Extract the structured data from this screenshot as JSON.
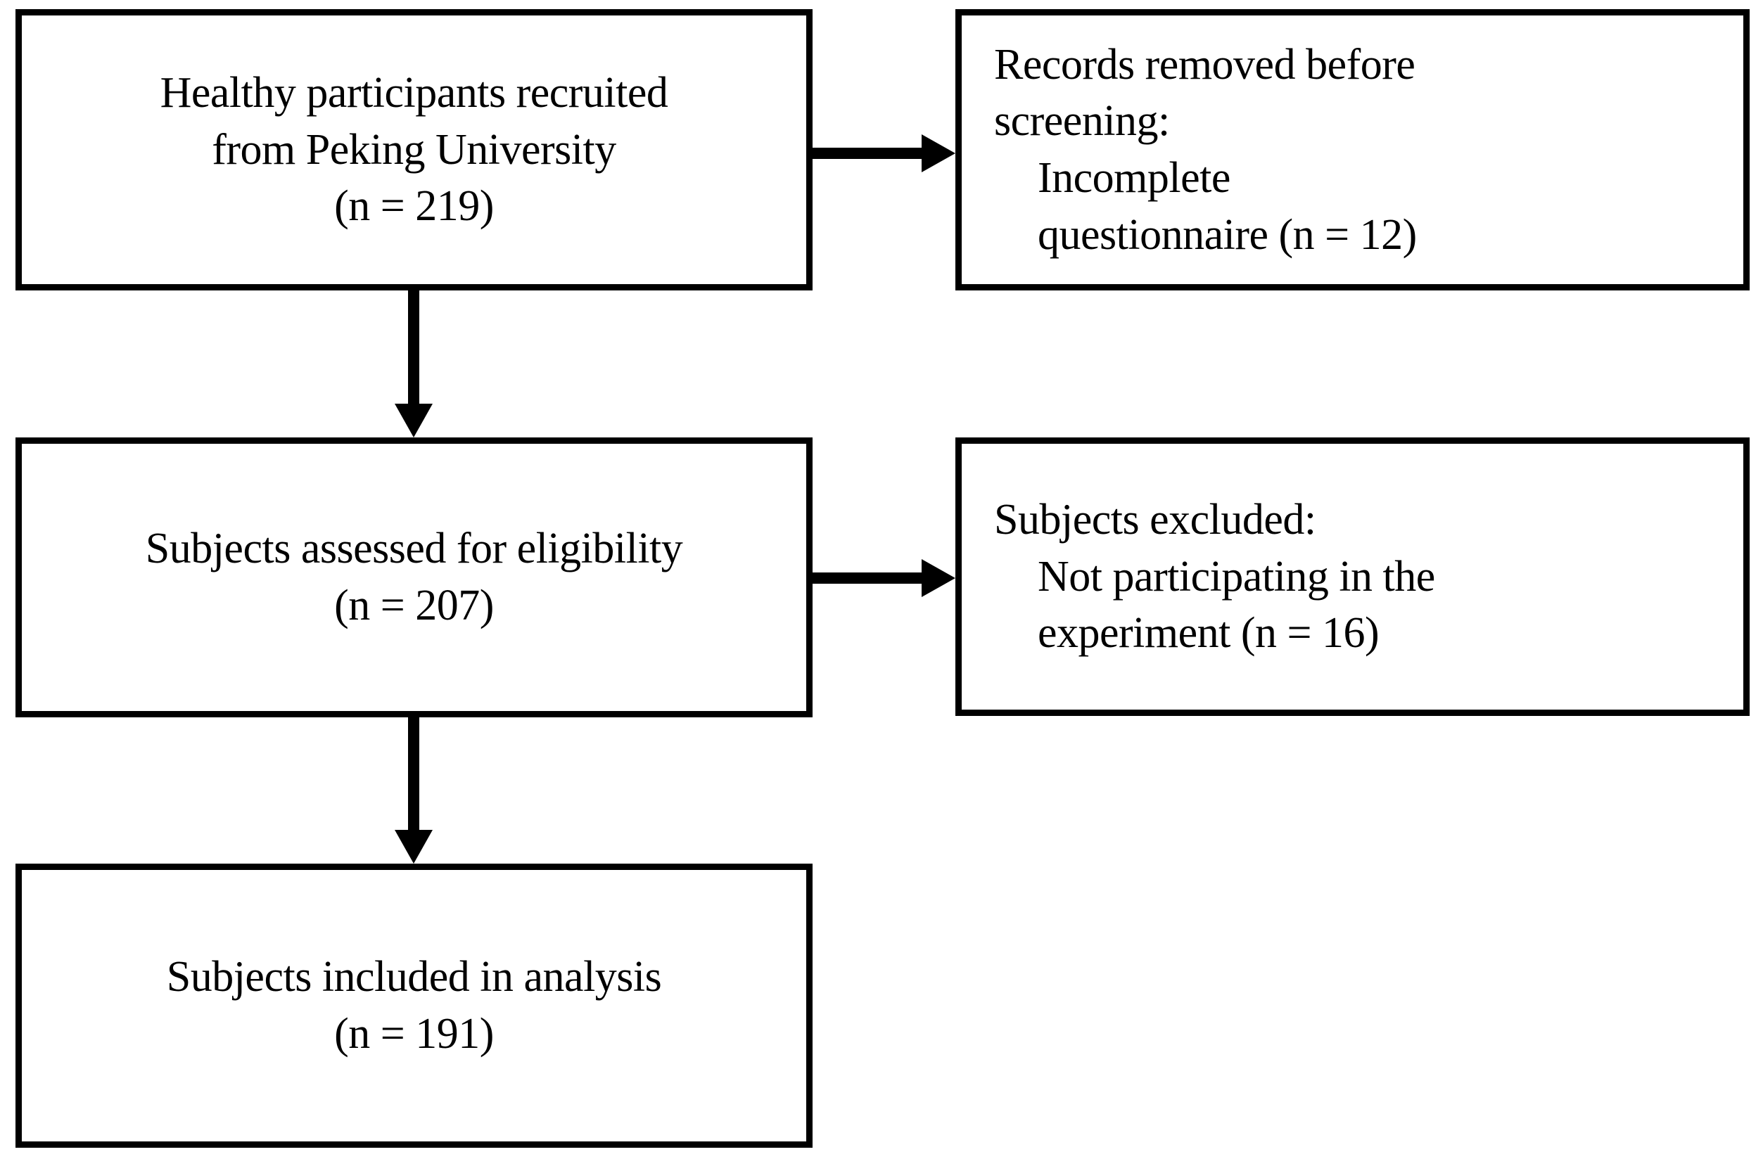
{
  "diagram": {
    "type": "prisma-flow-diagram",
    "colors": {
      "box_border": "#000000",
      "box_fill": "#ffffff",
      "connector": "#000000",
      "text": "#000000",
      "background": "#ffffff"
    },
    "nodes": [
      {
        "id": "recruited",
        "align": "center",
        "lines": [
          {
            "text": "Healthy participants recruited",
            "indent": false
          },
          {
            "text": "from Peking University",
            "indent": false
          },
          {
            "text": "(n = 219)",
            "indent": false
          }
        ],
        "count_label": "n = 219",
        "count": 219
      },
      {
        "id": "removed",
        "align": "left",
        "lines": [
          {
            "text": "Records removed before",
            "indent": false
          },
          {
            "text": "screening:",
            "indent": false
          },
          {
            "text": "Incomplete",
            "indent": true
          },
          {
            "text": "questionnaire (n = 12)",
            "indent": true
          }
        ],
        "count_label": "n = 12",
        "count": 12
      },
      {
        "id": "eligibility",
        "align": "center",
        "lines": [
          {
            "text": "Subjects assessed for eligibility",
            "indent": false
          },
          {
            "text": "(n = 207)",
            "indent": false
          }
        ],
        "count_label": "n = 207",
        "count": 207
      },
      {
        "id": "excluded",
        "align": "left",
        "lines": [
          {
            "text": "Subjects excluded:",
            "indent": false
          },
          {
            "text": "Not participating in the",
            "indent": true
          },
          {
            "text": "experiment (n = 16)",
            "indent": true
          }
        ],
        "count_label": "n = 16",
        "count": 16
      },
      {
        "id": "included",
        "align": "center",
        "lines": [
          {
            "text": "Subjects included in analysis",
            "indent": false
          },
          {
            "text": "(n = 191)",
            "indent": false
          }
        ],
        "count_label": "n = 191",
        "count": 191
      }
    ],
    "connectors": [
      {
        "id": "recruited-to-eligibility",
        "from": "recruited",
        "to": "eligibility",
        "direction": "down"
      },
      {
        "id": "eligibility-to-included",
        "from": "eligibility",
        "to": "included",
        "direction": "down"
      },
      {
        "id": "recruited-to-removed",
        "from": "recruited",
        "to": "removed",
        "direction": "right"
      },
      {
        "id": "eligibility-to-excluded",
        "from": "eligibility",
        "to": "excluded",
        "direction": "right"
      }
    ]
  }
}
